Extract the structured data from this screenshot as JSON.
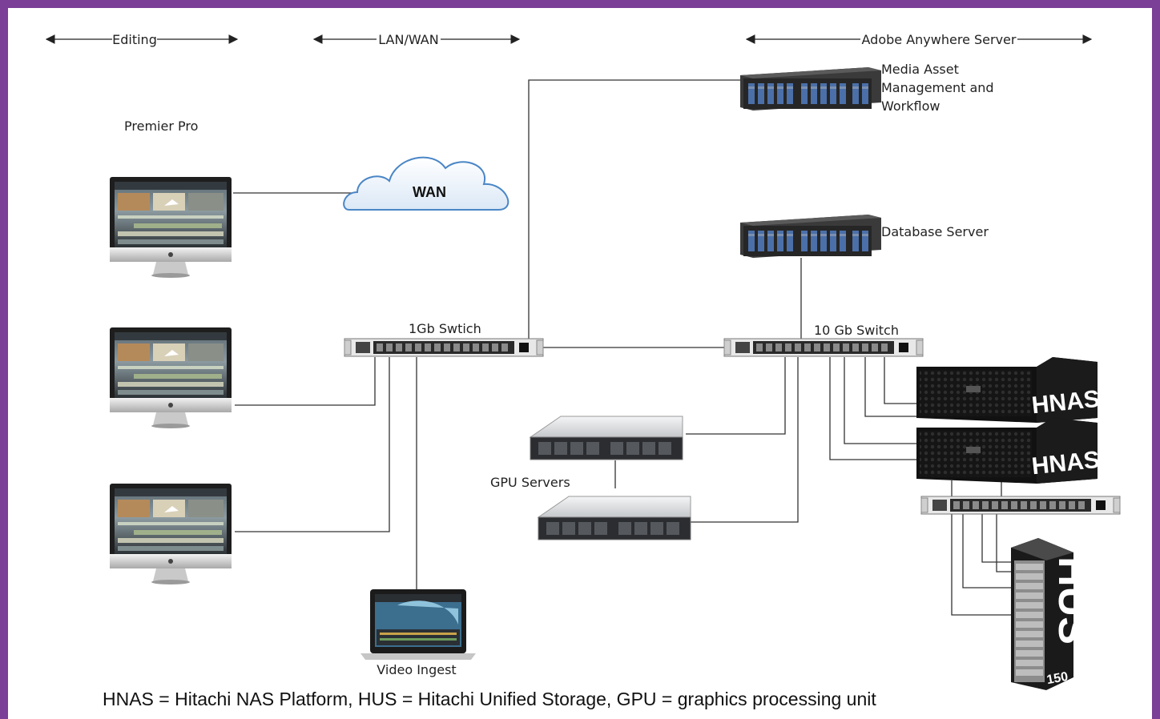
{
  "sections": {
    "editing": "Editing",
    "lanwan": "LAN/WAN",
    "adobe": "Adobe Anywhere Server"
  },
  "labels": {
    "premier_pro": "Premier Pro",
    "wan": "WAN",
    "media_asset": [
      "Media Asset",
      "Management and",
      "Workflow"
    ],
    "database_server": "Database Server",
    "switch_1gb": "1Gb Swtich",
    "switch_10gb": "10 Gb Switch",
    "gpu_servers": "GPU Servers",
    "video_ingest": "Video Ingest",
    "hnas_1": "HNAS",
    "hnas_2": "HNAS",
    "hus": "HUS",
    "hus_model": "150"
  },
  "footer": "HNAS = Hitachi NAS Platform, HUS = Hitachi Unified Storage, GPU = graphics processing unit",
  "colors": {
    "border": "#7b3f98",
    "cloud_stroke": "#4a86c6",
    "cloud_fill": "#eaf2fb"
  }
}
